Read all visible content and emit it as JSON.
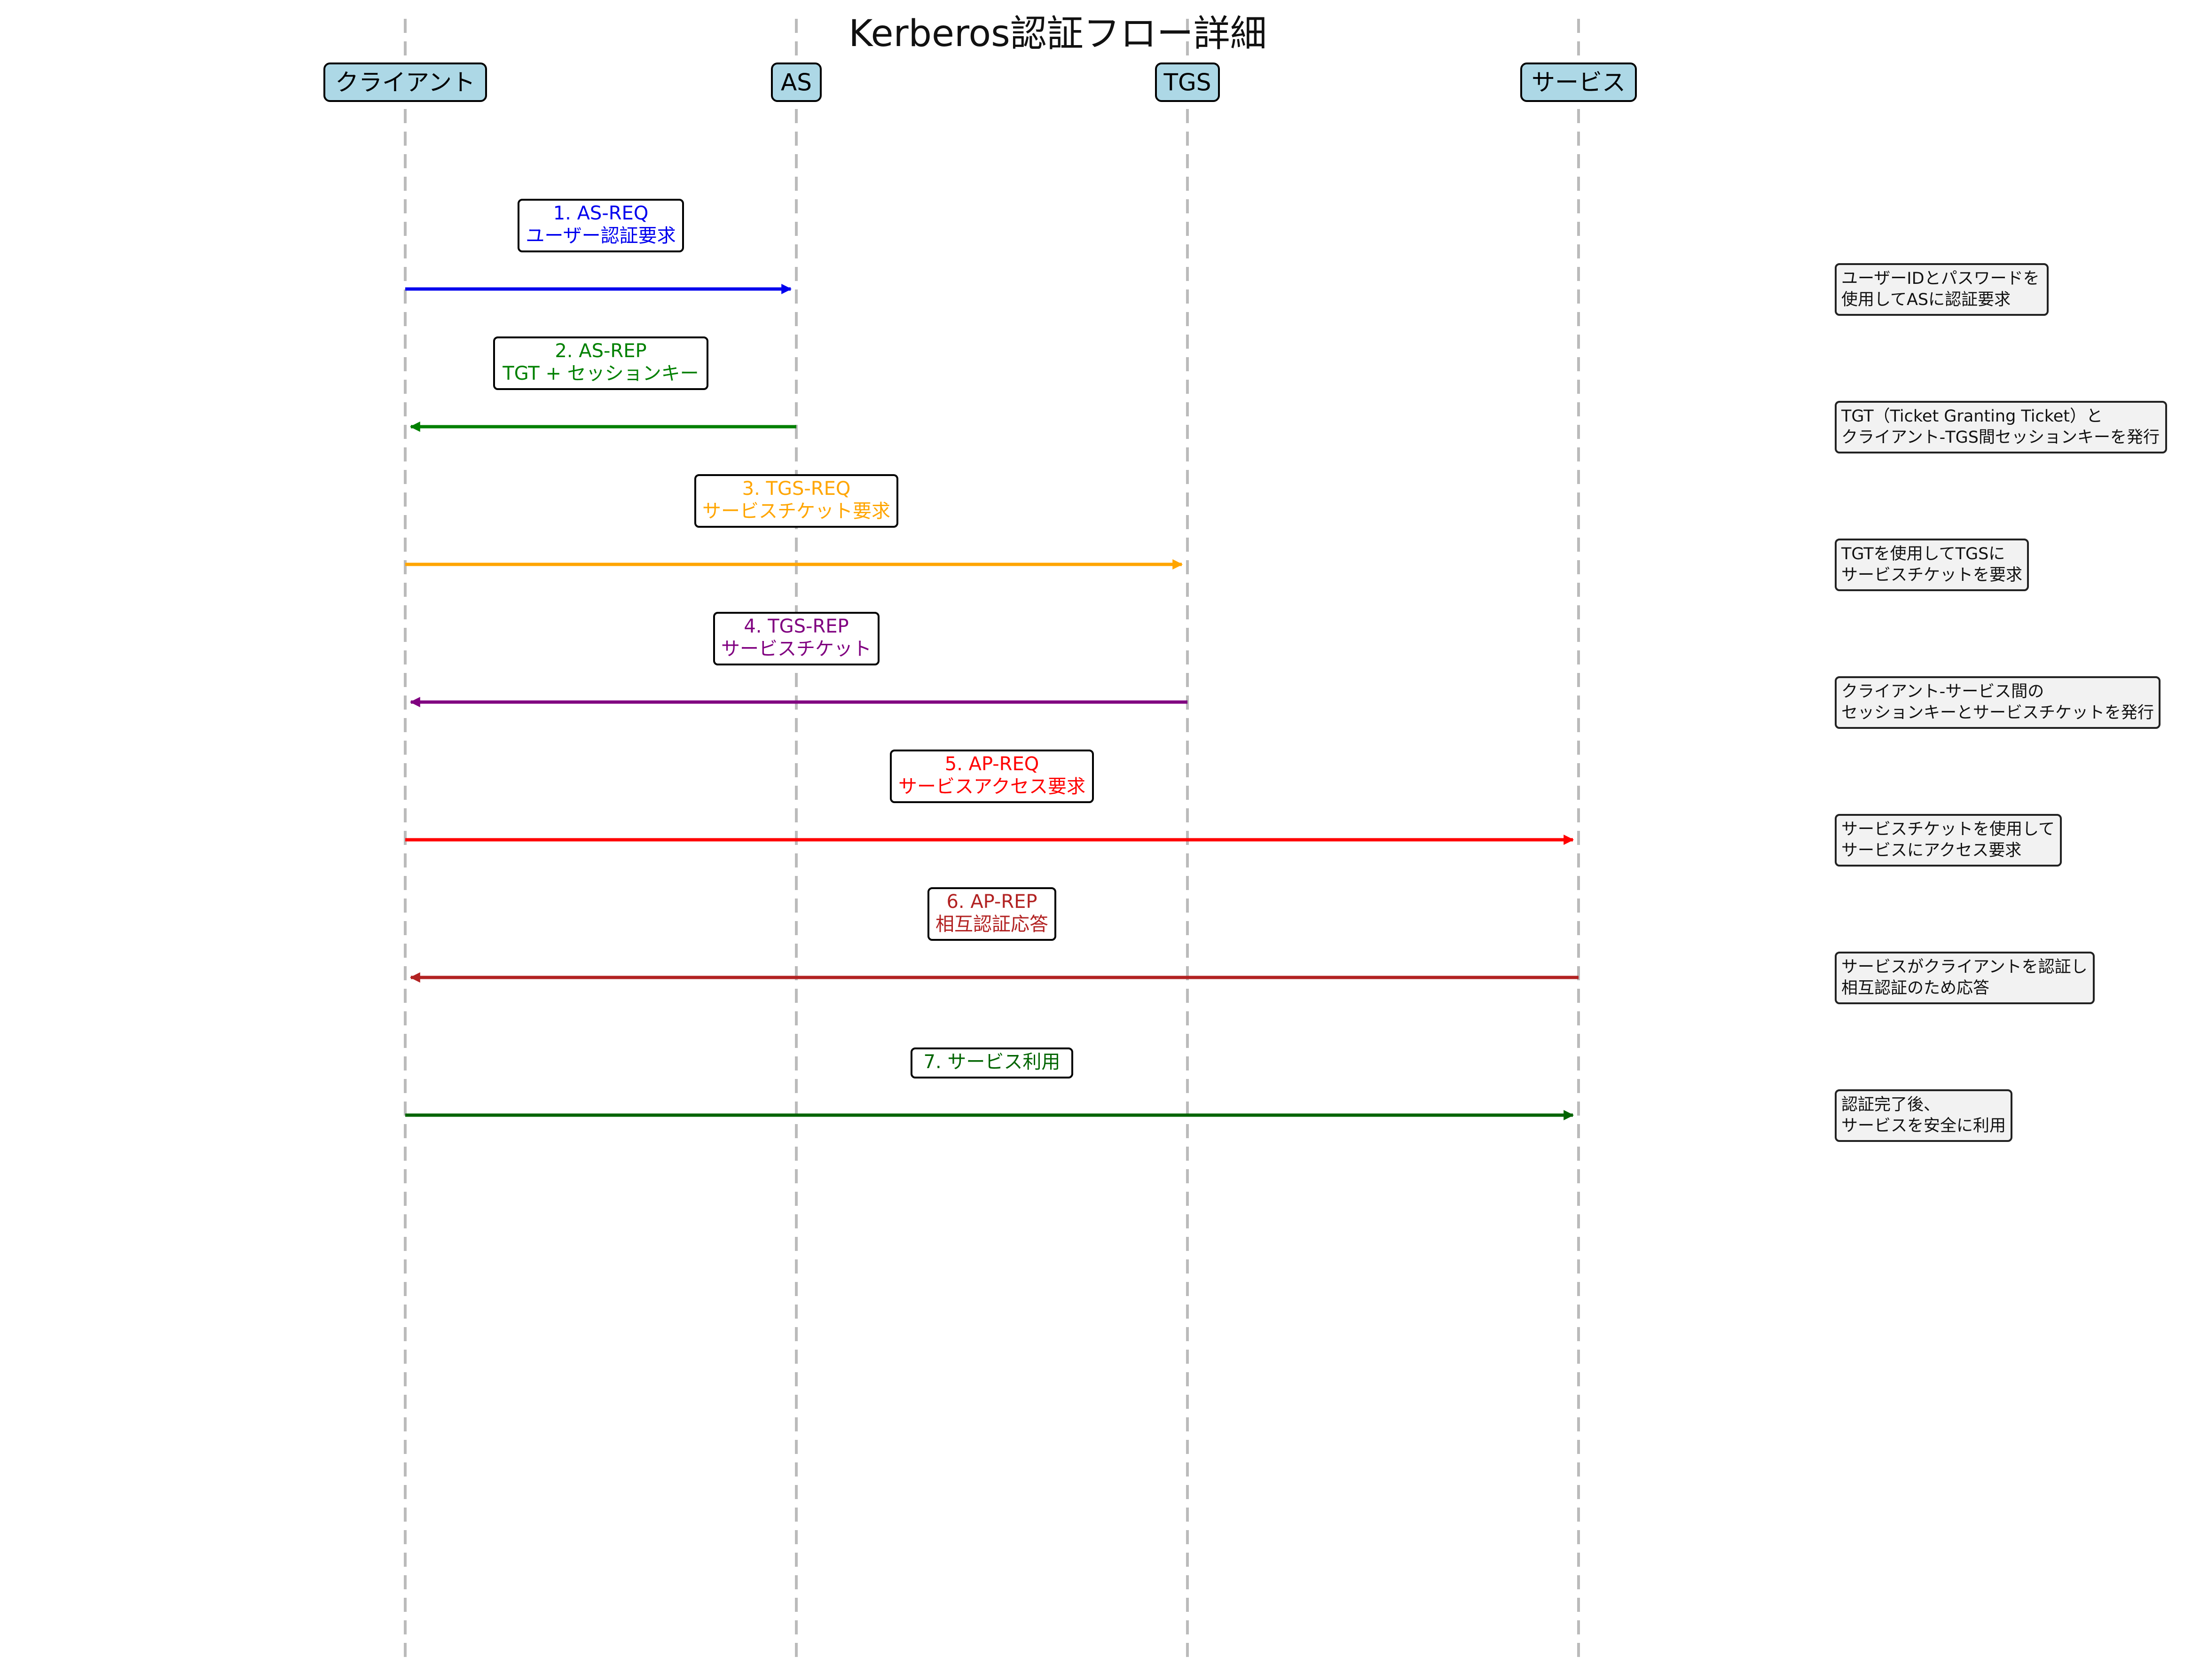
{
  "title": "Kerberos認証フロー詳細",
  "colors": {
    "lifeline": "#bbbbbb",
    "actor_fill": "#add8e6",
    "actor_stroke": "#000000",
    "label_fill": "#ffffff",
    "note_fill": "#f2f2f2",
    "note_stroke": "#222222"
  },
  "actors": [
    {
      "id": "client",
      "label": "クライアント"
    },
    {
      "id": "as",
      "label": "AS"
    },
    {
      "id": "tgs",
      "label": "TGS"
    },
    {
      "id": "service",
      "label": "サービス"
    }
  ],
  "messages": [
    {
      "from": "client",
      "to": "as",
      "color": "#0000ee",
      "lines": [
        "1. AS-REQ",
        "ユーザー認証要求"
      ]
    },
    {
      "from": "as",
      "to": "client",
      "color": "#008000",
      "lines": [
        "2. AS-REP",
        "TGT + セッションキー"
      ]
    },
    {
      "from": "client",
      "to": "tgs",
      "color": "#ffa500",
      "lines": [
        "3. TGS-REQ",
        "サービスチケット要求"
      ]
    },
    {
      "from": "tgs",
      "to": "client",
      "color": "#800080",
      "lines": [
        "4. TGS-REP",
        "サービスチケット"
      ]
    },
    {
      "from": "client",
      "to": "service",
      "color": "#ff0000",
      "lines": [
        "5. AP-REQ",
        "サービスアクセス要求"
      ]
    },
    {
      "from": "service",
      "to": "client",
      "color": "#b22222",
      "lines": [
        "6. AP-REP",
        "相互認証応答"
      ]
    },
    {
      "from": "client",
      "to": "service",
      "color": "#006400",
      "lines": [
        "7. サービス利用"
      ]
    }
  ],
  "notes": [
    [
      "ユーザーIDとパスワードを",
      "使用してASに認証要求"
    ],
    [
      "TGT（Ticket Granting Ticket）と",
      "クライアント-TGS間セッションキーを発行"
    ],
    [
      "TGTを使用してTGSに",
      "サービスチケットを要求"
    ],
    [
      "クライアント-サービス間の",
      "セッションキーとサービスチケットを発行"
    ],
    [
      "サービスチケットを使用して",
      "サービスにアクセス要求"
    ],
    [
      "サービスがクライアントを認証し",
      "相互認証のため応答"
    ],
    [
      "認証完了後、",
      "サービスを安全に利用"
    ]
  ]
}
